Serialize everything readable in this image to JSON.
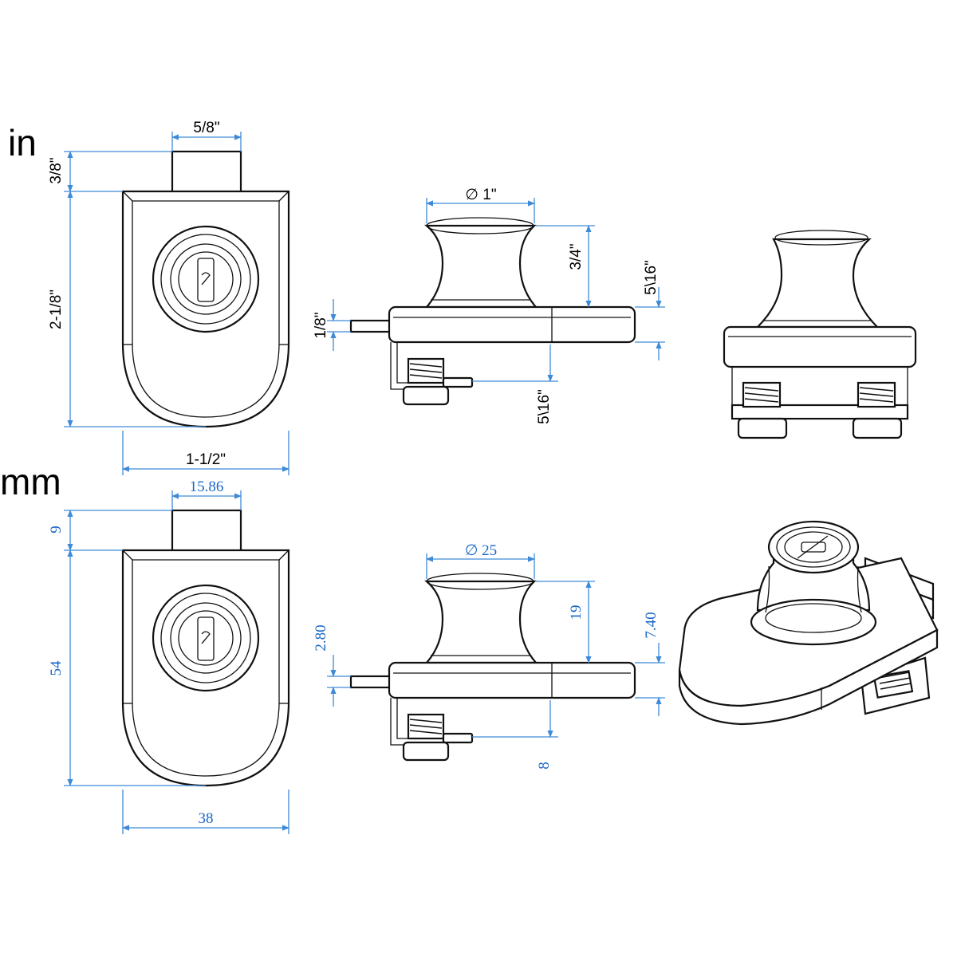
{
  "units": {
    "inch": "in",
    "metric": "mm"
  },
  "inch_dims": {
    "tongue_width": "5/8\"",
    "tongue_height": "3/8\"",
    "body_height": "2-1/8\"",
    "body_width": "1-1/2\"",
    "diameter": "∅ 1\"",
    "knob_height": "3/4\"",
    "plate_thickness": "5\\16\"",
    "pin": "1/8\"",
    "bracket": "5\\16\""
  },
  "mm_dims": {
    "tongue_width": "15.86",
    "tongue_height": "9",
    "body_height": "54",
    "body_width": "38",
    "diameter": "∅ 25",
    "knob_height": "19",
    "plate_thickness": "7.40",
    "pin": "2.80",
    "bracket": "8"
  },
  "colors": {
    "dimension": "#3f8ad6",
    "metric_text": "#1a66c7",
    "outline": "#111111"
  }
}
